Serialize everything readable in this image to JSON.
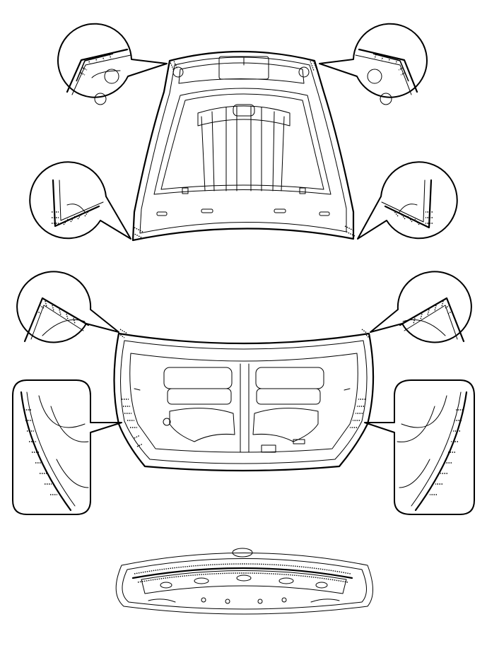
{
  "figure": {
    "views": [
      {
        "name": "hood-panel",
        "callouts": 4
      },
      {
        "name": "trunk-lid-panel",
        "callouts": 4
      },
      {
        "name": "rear-bottom-view",
        "callouts": 0
      }
    ],
    "icon": "sealer-application-diagram",
    "line_color": "#000000",
    "background": "#ffffff"
  }
}
